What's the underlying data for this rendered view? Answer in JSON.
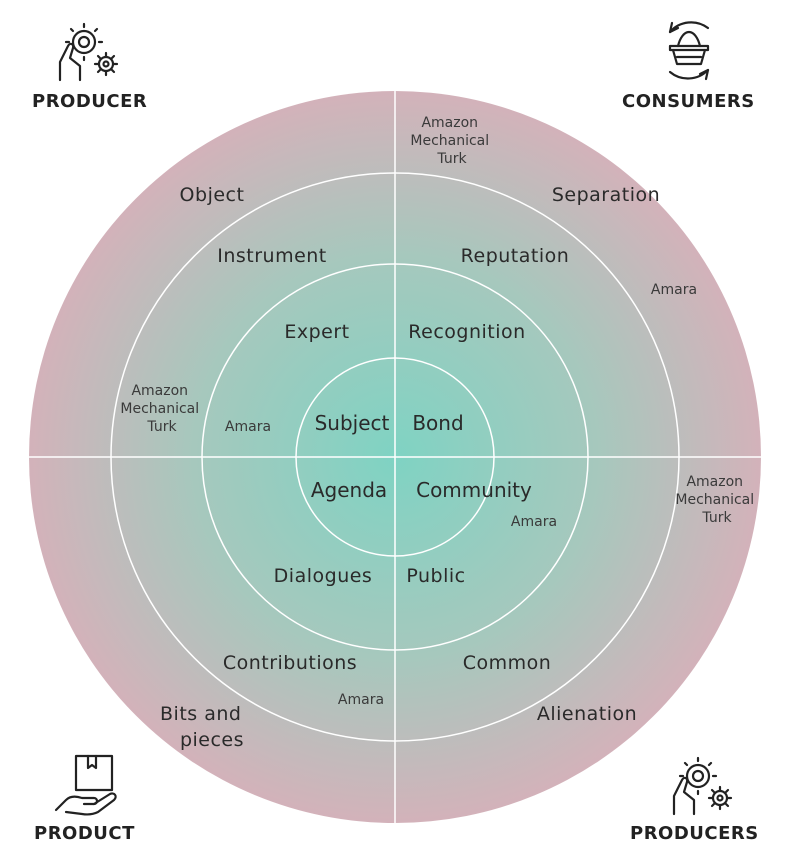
{
  "corners": {
    "top_left": "PRODUCER",
    "top_right": "CONSUMERS",
    "bottom_left": "PRODUCT",
    "bottom_right": "PRODUCERS"
  },
  "icons": {
    "top_left": "hand-gear-icon",
    "top_right": "basket-cycle-icon",
    "bottom_left": "hand-box-icon",
    "bottom_right": "hand-gear-icon"
  },
  "colors": {
    "center": "#7fd3c3",
    "outer": "#d3b2ba",
    "lines": "#ffffff"
  },
  "rings": {
    "outer": {
      "top_left": "Object",
      "top_right": "Separation",
      "bottom_left": [
        "Bits and",
        "pieces"
      ],
      "bottom_right": "Alienation"
    },
    "third": {
      "top_left": "Instrument",
      "top_right": "Reputation",
      "bottom_left": "Contributions",
      "bottom_right": "Common"
    },
    "second": {
      "top_left": "Expert",
      "top_right": "Recognition",
      "bottom_left": "Dialogues",
      "bottom_right": "Public"
    },
    "center": {
      "top_left": "Subject",
      "top_right": "Bond",
      "bottom_left": "Agenda",
      "bottom_right": "Community"
    }
  },
  "annotations": {
    "amt_top": [
      "Amazon",
      "Mechanical",
      "Turk"
    ],
    "amt_left": [
      "Amazon",
      "Mechanical",
      "Turk"
    ],
    "amt_right": [
      "Amazon",
      "Mechanical",
      "Turk"
    ],
    "amara_top_right": "Amara",
    "amara_left": "Amara",
    "amara_center_right": "Amara",
    "amara_bottom": "Amara"
  }
}
